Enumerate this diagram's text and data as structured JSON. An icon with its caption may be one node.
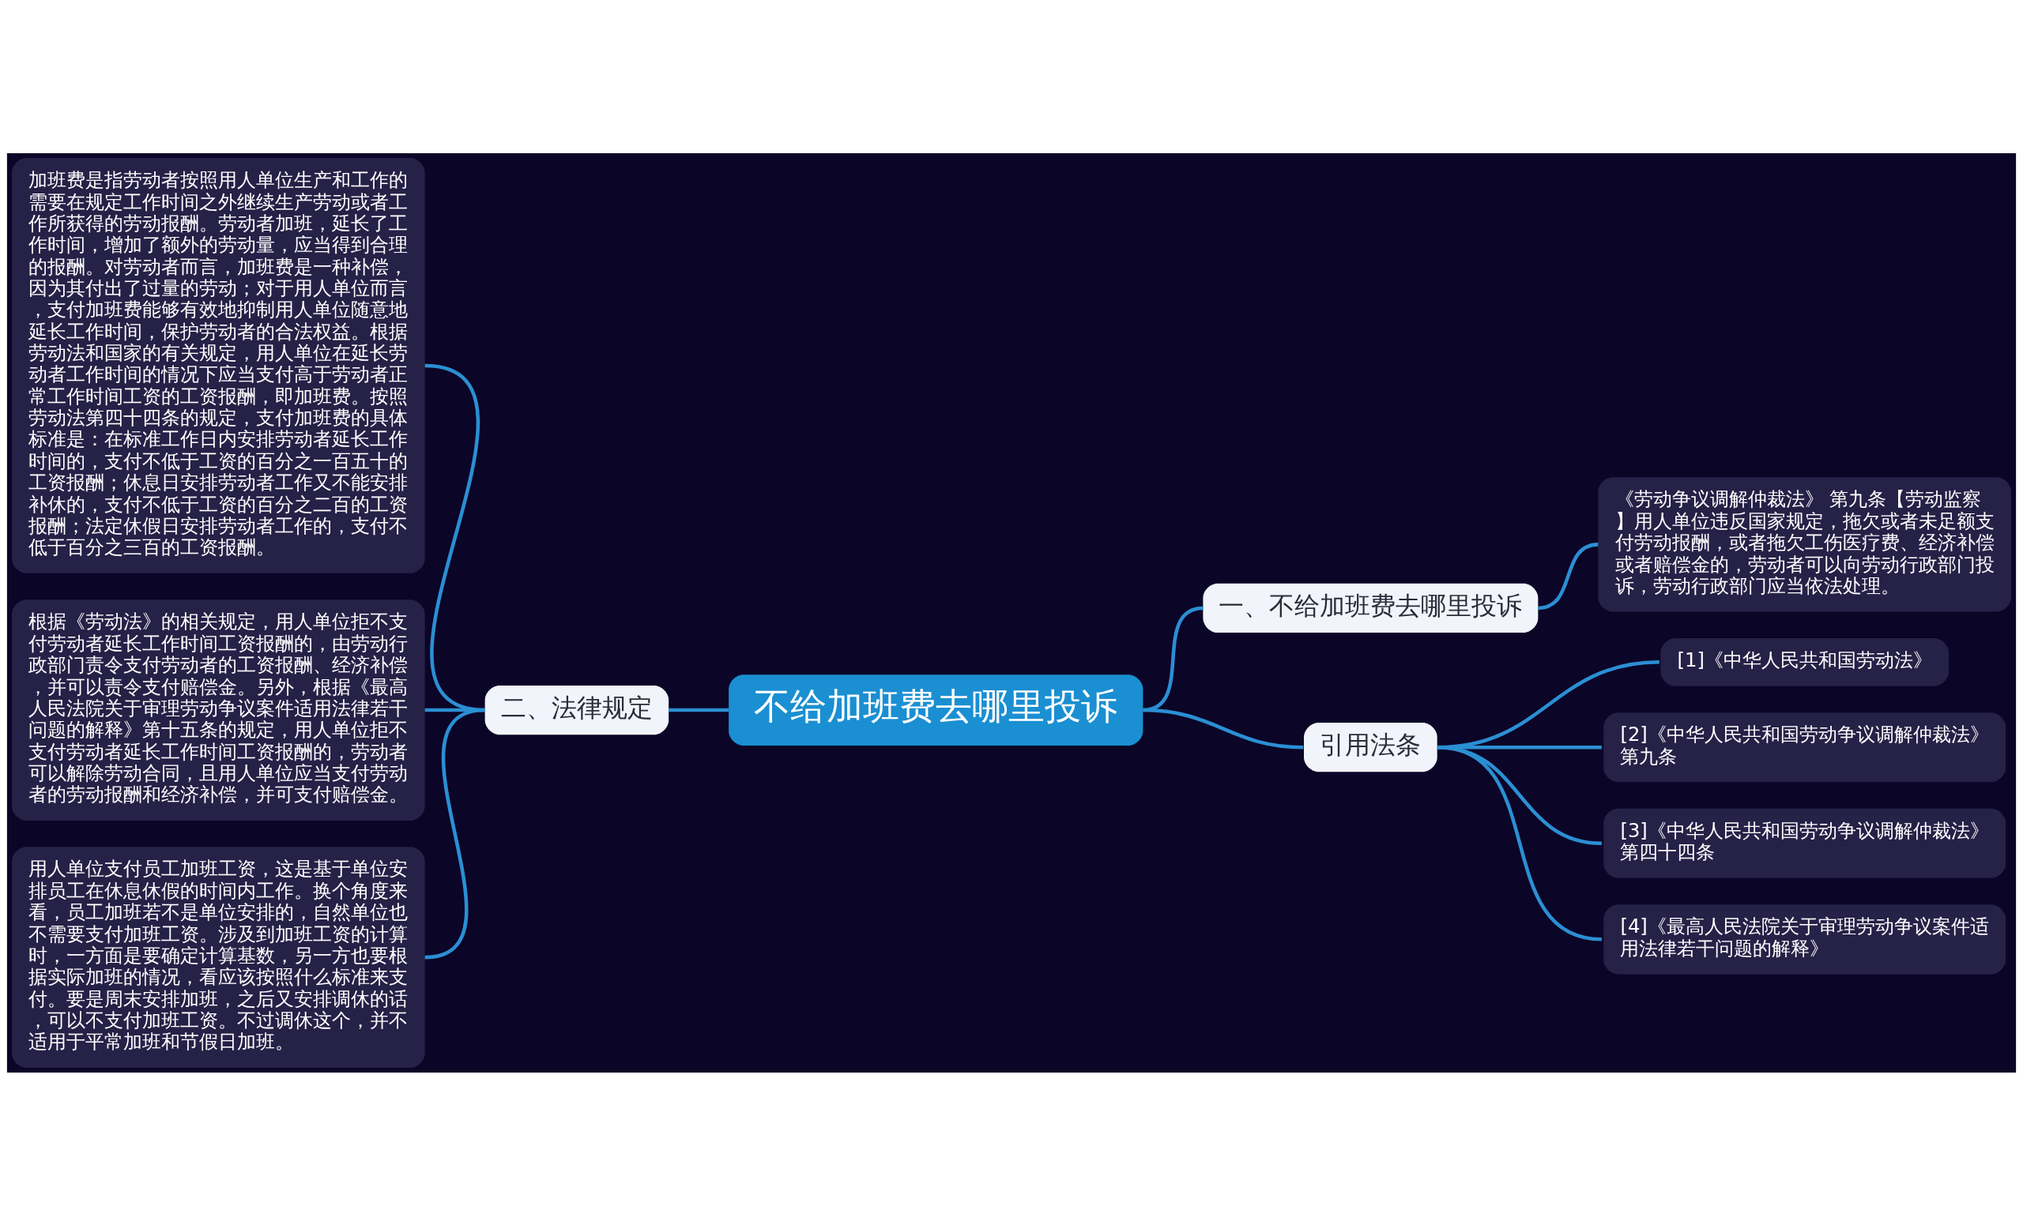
{
  "diagram": {
    "nodes": [
      {
        "text": [
          "不给加班费去哪里投诉"
        ]
      },
      {
        "text": [
          "一、不给加班费去哪里投诉"
        ]
      },
      {
        "text": [
          "《劳动争议调解仲裁法》 第九条【劳动监察】用人单位违反国家规定，拖欠或者未足额支付劳动报酬，或者拖欠工伤医疗费、经济补偿或者赔偿金的，劳动者可以向劳动行政部门投诉，劳动行政部门应当依法处理。"
        ]
      },
      {
        "text": [
          "引用法条"
        ]
      },
      {
        "text": [
          "[1]《中华人民共和国劳动法》"
        ]
      },
      {
        "text": [
          "[2]《中华人民共和国劳动争议调解仲裁法》第九条"
        ]
      },
      {
        "text": [
          "[3]《中华人民共和国劳动争议调解仲裁法》第四十四条"
        ]
      },
      {
        "text": [
          "[4]《最高人民法院关于审理劳动争议案件适用法律若干问题的解释》"
        ]
      },
      {
        "text": [
          "二、法律规定"
        ]
      },
      {
        "text": [
          "加班费是指劳动者按照用人单位生产和工作的需要在规定工作时间之外继续生产劳动或者工作所获得的劳动报酬。劳动者加班，延长了工作时间，增加了额外的劳动量，应当得到合理的报酬。对劳动者而言，加班费是一种补偿，因为其付出了过量的劳动；对于用人单位而言，支付加班费能够有效地抑制用人单位随意地延长工作时间，保护劳动者的合法权益。根据劳动法和国家的有关规定，用人单位在延长劳动者工作时间的情况下应当支付高于劳动者正常工作时间工资的工资报酬，即加班费。按照劳动法第四十四条的规定，支付加班费的具体标准是：在标准工作日内安排劳动者延长工作时间的，支付不低于工资的百分之一百五十的工资报酬；休息日安排劳动者工作又不能安排补休的，支付不低于工资的百分之二百的工资报酬；法定休假日安排劳动者工作的，支付不低于百分之三百的工资报酬。"
        ]
      },
      {
        "text": [
          "根据《劳动法》的相关规定，用人单位拒不支付劳动者延长工作时间工资报酬的，由劳动行政部门责令支付劳动者的工资报酬、经济补偿，并可以责令支付赔偿金。另外，根据《最高人民法院关于审理劳动争议案件适用法律若干问题的解释》第十五条的规定，用人单位拒不支付劳动者延长工作时间工资报酬的，劳动者可以解除劳动合同，且用人单位应当支付劳动者的劳动报酬和经济补偿，并可支付赔偿金。"
        ]
      },
      {
        "text": [
          "用人单位支付员工加班工资，这是基于单位安排员工在休息休假的时间内工作。换个角度来看，员工加班若不是单位安排的，自然单位也不需要支付加班工资。涉及到加班工资的计算时，一方面是要确定计算基数，另一方也要根据实际加班的情况，看应该按照什么标准来支付。要是周末安排加班，之后又安排调休的话，可以不支付加班工资。不过调休这个，并不适用于平常加班和节假日加班。"
        ]
      }
    ],
    "edges": [
      {
        "from": 0,
        "to": 1,
        "arrow": "none"
      },
      {
        "from": 1,
        "to": 2,
        "arrow": "none"
      },
      {
        "from": 0,
        "to": 3,
        "arrow": "none"
      },
      {
        "from": 3,
        "to": 4,
        "arrow": "none"
      },
      {
        "from": 3,
        "to": 5,
        "arrow": "none"
      },
      {
        "from": 3,
        "to": 6,
        "arrow": "none"
      },
      {
        "from": 3,
        "to": 7,
        "arrow": "none"
      },
      {
        "from": 0,
        "to": 8,
        "arrow": "none"
      },
      {
        "from": 8,
        "to": 9,
        "arrow": "none"
      },
      {
        "from": 8,
        "to": 10,
        "arrow": "none"
      },
      {
        "from": 8,
        "to": 11,
        "arrow": "none"
      }
    ]
  }
}
